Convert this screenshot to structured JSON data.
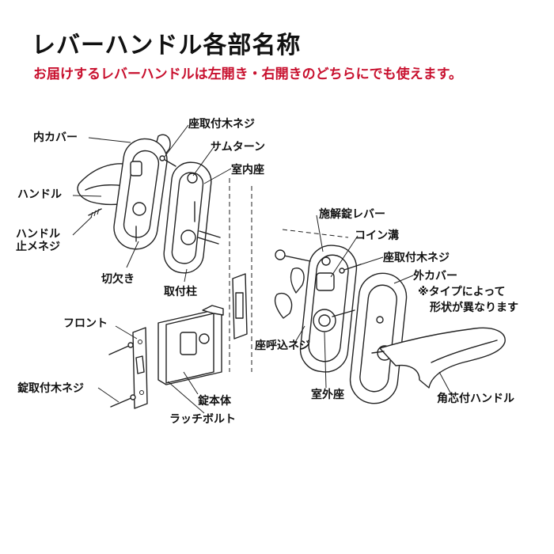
{
  "title": "レバーハンドル各部名称",
  "subtitle": "お届けするレバーハンドルは左開き・右開きのどちらにでも使えます。",
  "labels": {
    "uchi_cover": "内カバー",
    "handle": "ハンドル",
    "handle_screw_line1": "ハンドル",
    "handle_screw_line2": "止メネジ",
    "kirikaki": "切欠き",
    "za_screw_inner": "座取付木ネジ",
    "thumb_turn": "サムターン",
    "shitsunai_za": "室内座",
    "toritsuke_bashira": "取付柱",
    "front": "フロント",
    "jo_screw": "錠取付木ネジ",
    "jo_hontai": "錠本体",
    "latch_bolt": "ラッチボルト",
    "sekai_lever": "施解錠レバー",
    "coin_mizo": "コイン溝",
    "za_screw_outer": "座取付木ネジ",
    "soto_cover": "外カバー",
    "type_note_line1": "※タイプによって",
    "type_note_line2": "形状が異なります",
    "zayobikomi": "座呼込ネジ",
    "shitsugai_za": "室外座",
    "kakushin_handle": "角芯付ハンドル"
  }
}
